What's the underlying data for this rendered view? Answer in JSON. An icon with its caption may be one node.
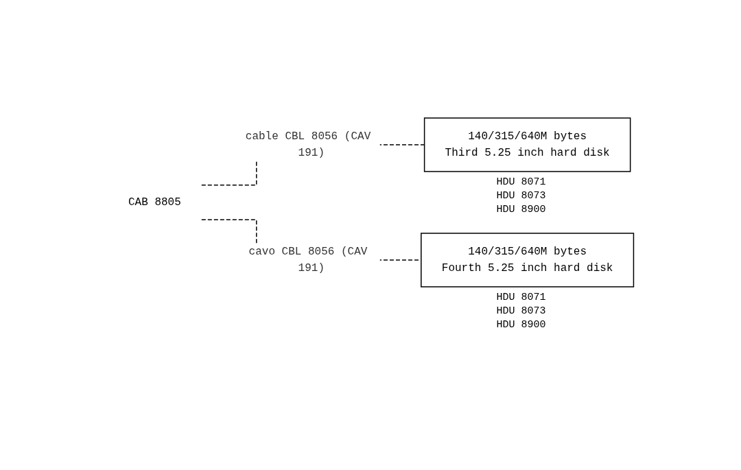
{
  "diagram": {
    "nodes": [
      {
        "text": [
          "CAB 8805"
        ]
      },
      {
        "text": [
          "140/315/640M bytes",
          "Third 5.25 inch hard disk"
        ],
        "beside": [
          "HDU 8071",
          "HDU 8073",
          "HDU 8900"
        ]
      },
      {
        "text": [
          "140/315/640M bytes",
          "Fourth 5.25 inch hard disk"
        ],
        "beside": [
          "HDU 8071",
          "HDU 8073",
          "HDU 8900"
        ]
      }
    ],
    "edges": [
      {
        "from": 0,
        "to": 1,
        "arrow": "none",
        "label": "cable CBL 8056 (CAV 191)",
        "style": "dashed"
      },
      {
        "from": 0,
        "to": 2,
        "arrow": "none",
        "label": "cavo CBL 8056 (CAV 191)",
        "style": "dashed"
      }
    ]
  }
}
